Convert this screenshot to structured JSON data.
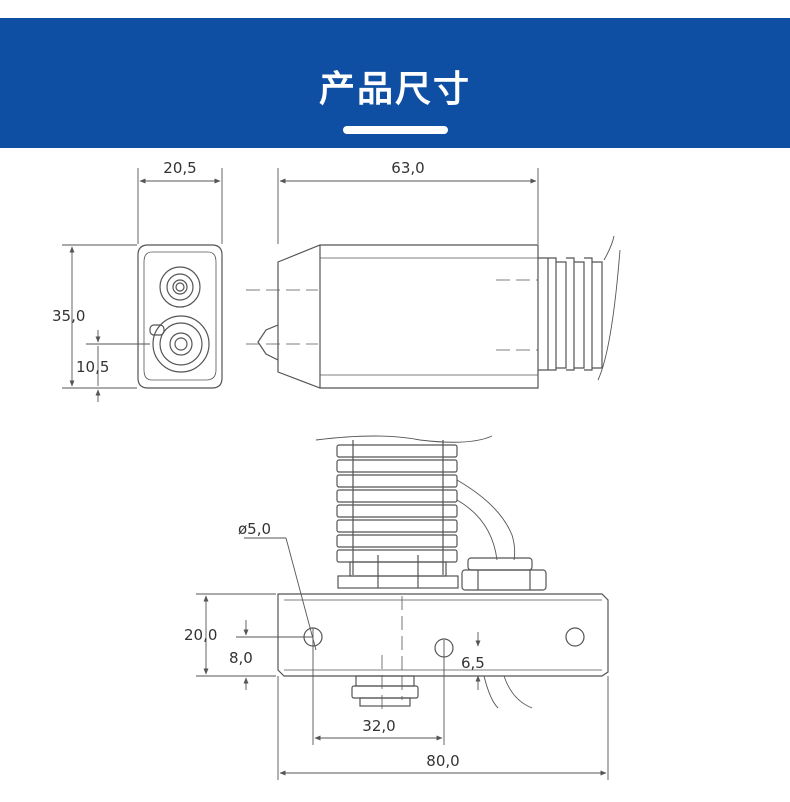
{
  "header": {
    "title": "产品尺寸"
  },
  "dimensions": {
    "top_width": "20,5",
    "side_length": "63,0",
    "height": "35,0",
    "lower_offset": "10,5",
    "hole_diameter": "ø5,0",
    "plate_height": "20,0",
    "hole_offset": "8,0",
    "small_offset": "6,5",
    "hole_spacing": "32,0",
    "total_width": "80,0"
  },
  "colors": {
    "header_background": "#0f4fa3",
    "line": "#555555"
  }
}
